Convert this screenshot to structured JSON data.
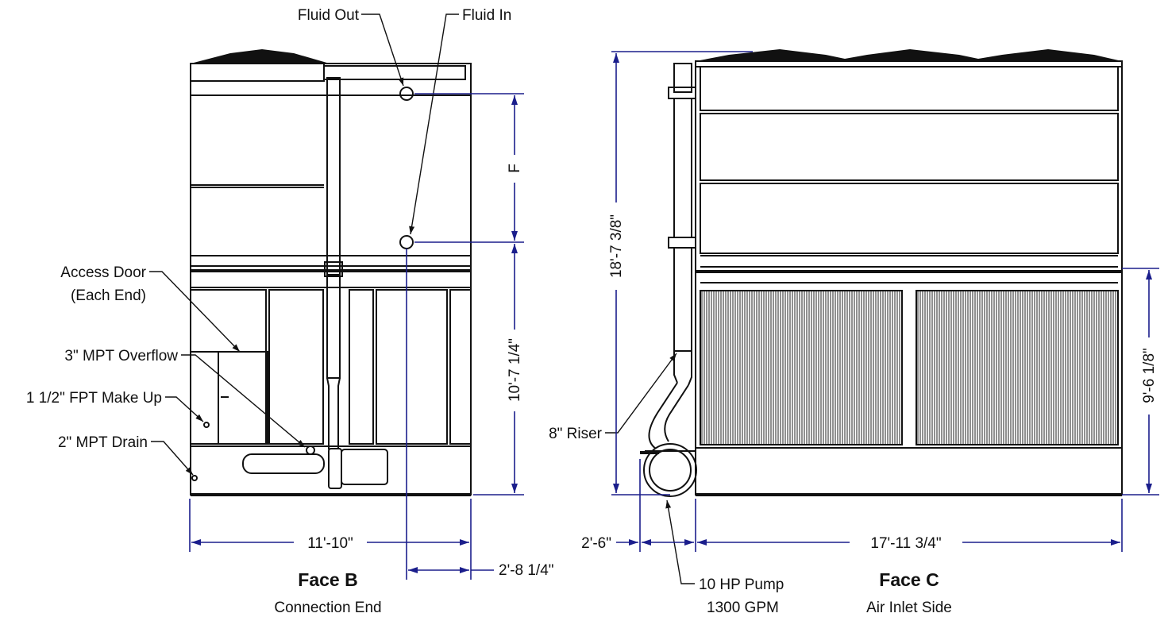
{
  "colors": {
    "outline": "#111111",
    "dimension": "#1b1e8c",
    "background": "#ffffff"
  },
  "views": {
    "face_b": {
      "title": "Face B",
      "subtitle": "Connection End"
    },
    "face_c": {
      "title": "Face C",
      "subtitle": "Air Inlet Side"
    }
  },
  "callouts": {
    "fluid_out": "Fluid Out",
    "fluid_in": "Fluid In",
    "access_door_line1": "Access Door",
    "access_door_line2": "(Each End)",
    "overflow": "3\" MPT Overflow",
    "make_up": "1 1/2\" FPT Make Up",
    "drain": "2\" MPT Drain",
    "riser": "8\" Riser",
    "pump_line1": "10 HP Pump",
    "pump_line2": "1300 GPM"
  },
  "dimensions": {
    "f": "F",
    "conn_height": "10'-7 1/4\"",
    "width_b": "11'-10\"",
    "conn_offset": "2'-8 1/4\"",
    "overall_height": "18'-7 3/8\"",
    "inlet_height": "9'-6 1/8\"",
    "pump_projection": "2'-6\"",
    "length_c": "17'-11 3/4\""
  }
}
